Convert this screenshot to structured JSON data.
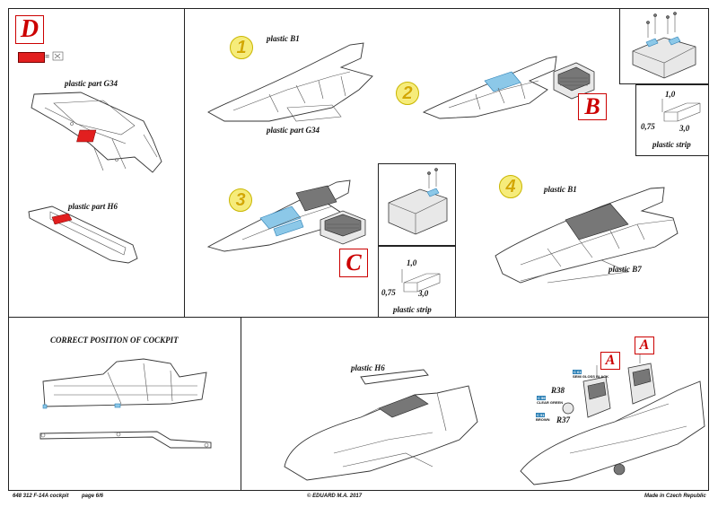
{
  "section_d": {
    "letter": "D",
    "legend_eq": "=",
    "plastic_g34": "plastic part  G34",
    "plastic_h6": "plastic part  H6"
  },
  "steps": {
    "one": "1",
    "two": "2",
    "three": "3",
    "four": "4"
  },
  "step1": {
    "label_b1": "plastic B1",
    "label_g34": "plastic part  G34"
  },
  "step2": {
    "letter": "B",
    "strip": {
      "h": "1,0",
      "w": "0,75",
      "l": "3,0",
      "caption": "plastic strip"
    }
  },
  "step3": {
    "letter": "C",
    "strip": {
      "h": "1,0",
      "w": "0,75",
      "l": "3,0",
      "caption": "plastic strip"
    }
  },
  "step4": {
    "label_b1": "plastic B1",
    "label_b7": "plastic B7"
  },
  "correct": {
    "title": "CORRECT POSITION OF COCKPIT"
  },
  "final": {
    "label_h6": "plastic H6",
    "letter_a1": "A",
    "letter_a2": "A",
    "r38": "R38",
    "r37": "R37",
    "c1": "C 61",
    "c1_text": "SEMI GLOSS BLACK",
    "c2": "C 59",
    "c2_text": "CLEAR GREEN",
    "c3": "C 51",
    "c3_text": "BROWN"
  },
  "footer": {
    "left": "648 312   F-14A cockpit",
    "page": "page 6/6",
    "center": "© EDUARD  M.A. 2017",
    "right": "Made in Czech Republic"
  },
  "colors": {
    "accent_red": "#e21f1f",
    "pe_blue": "#8cc8e8",
    "step_yellow": "#f6ec7a"
  }
}
